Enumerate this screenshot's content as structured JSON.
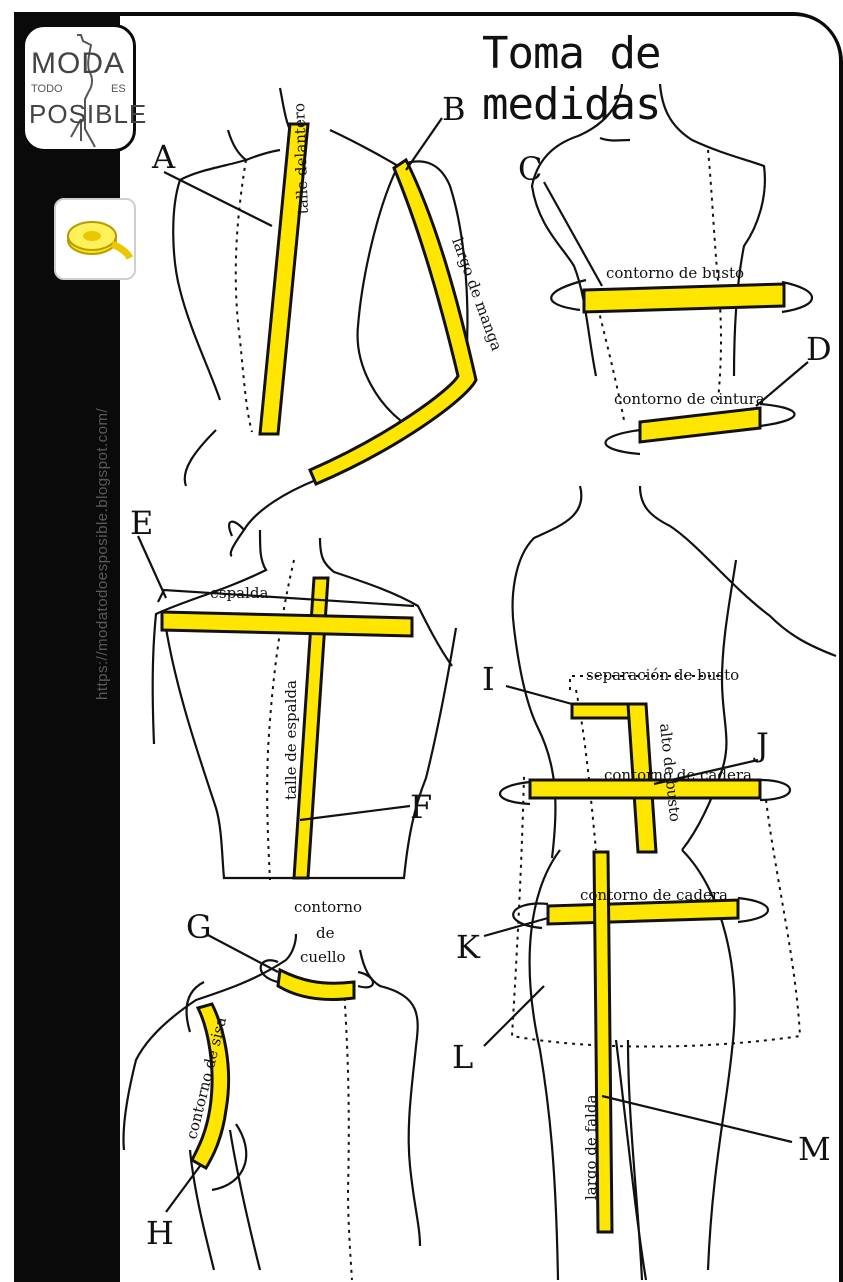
{
  "header": {
    "title": "Toma de medidas"
  },
  "logo": {
    "line1": "MODA",
    "line2a": "TODO",
    "line2b": "ES",
    "line3": "POSIBLE"
  },
  "sidebar": {
    "url": "https://modatodoesposible.blogspot.com/",
    "tape_icon": "measuring-tape-icon"
  },
  "colors": {
    "tape": "#ffe600",
    "ink": "#111111",
    "sidebar": "#0a0a0a"
  },
  "letters": {
    "A": "A",
    "B": "B",
    "C": "C",
    "D": "D",
    "E": "E",
    "F": "F",
    "G": "G",
    "H": "H",
    "I": "I",
    "J": "J",
    "K": "K",
    "L": "L",
    "M": "M"
  },
  "labels": {
    "talle_delantero": "talle delantero",
    "largo_manga": "largo de manga",
    "contorno_busto": "contorno de busto",
    "contorno_cintura": "contorno de cintura",
    "espalda": "espalda",
    "talle_espalda": "talle de espalda",
    "contorno_cuello_1": "contorno",
    "contorno_cuello_2": "de",
    "contorno_cuello_3": "cuello",
    "contorno_sisa": "contorno de sisa",
    "separacion_busto": "separación de busto",
    "alto_busto": "alto de busto",
    "contorno_cadera_1": "contorno de cadera",
    "contorno_cadera_2": "contorno de cadera",
    "largo_falda": "largo de falda"
  }
}
